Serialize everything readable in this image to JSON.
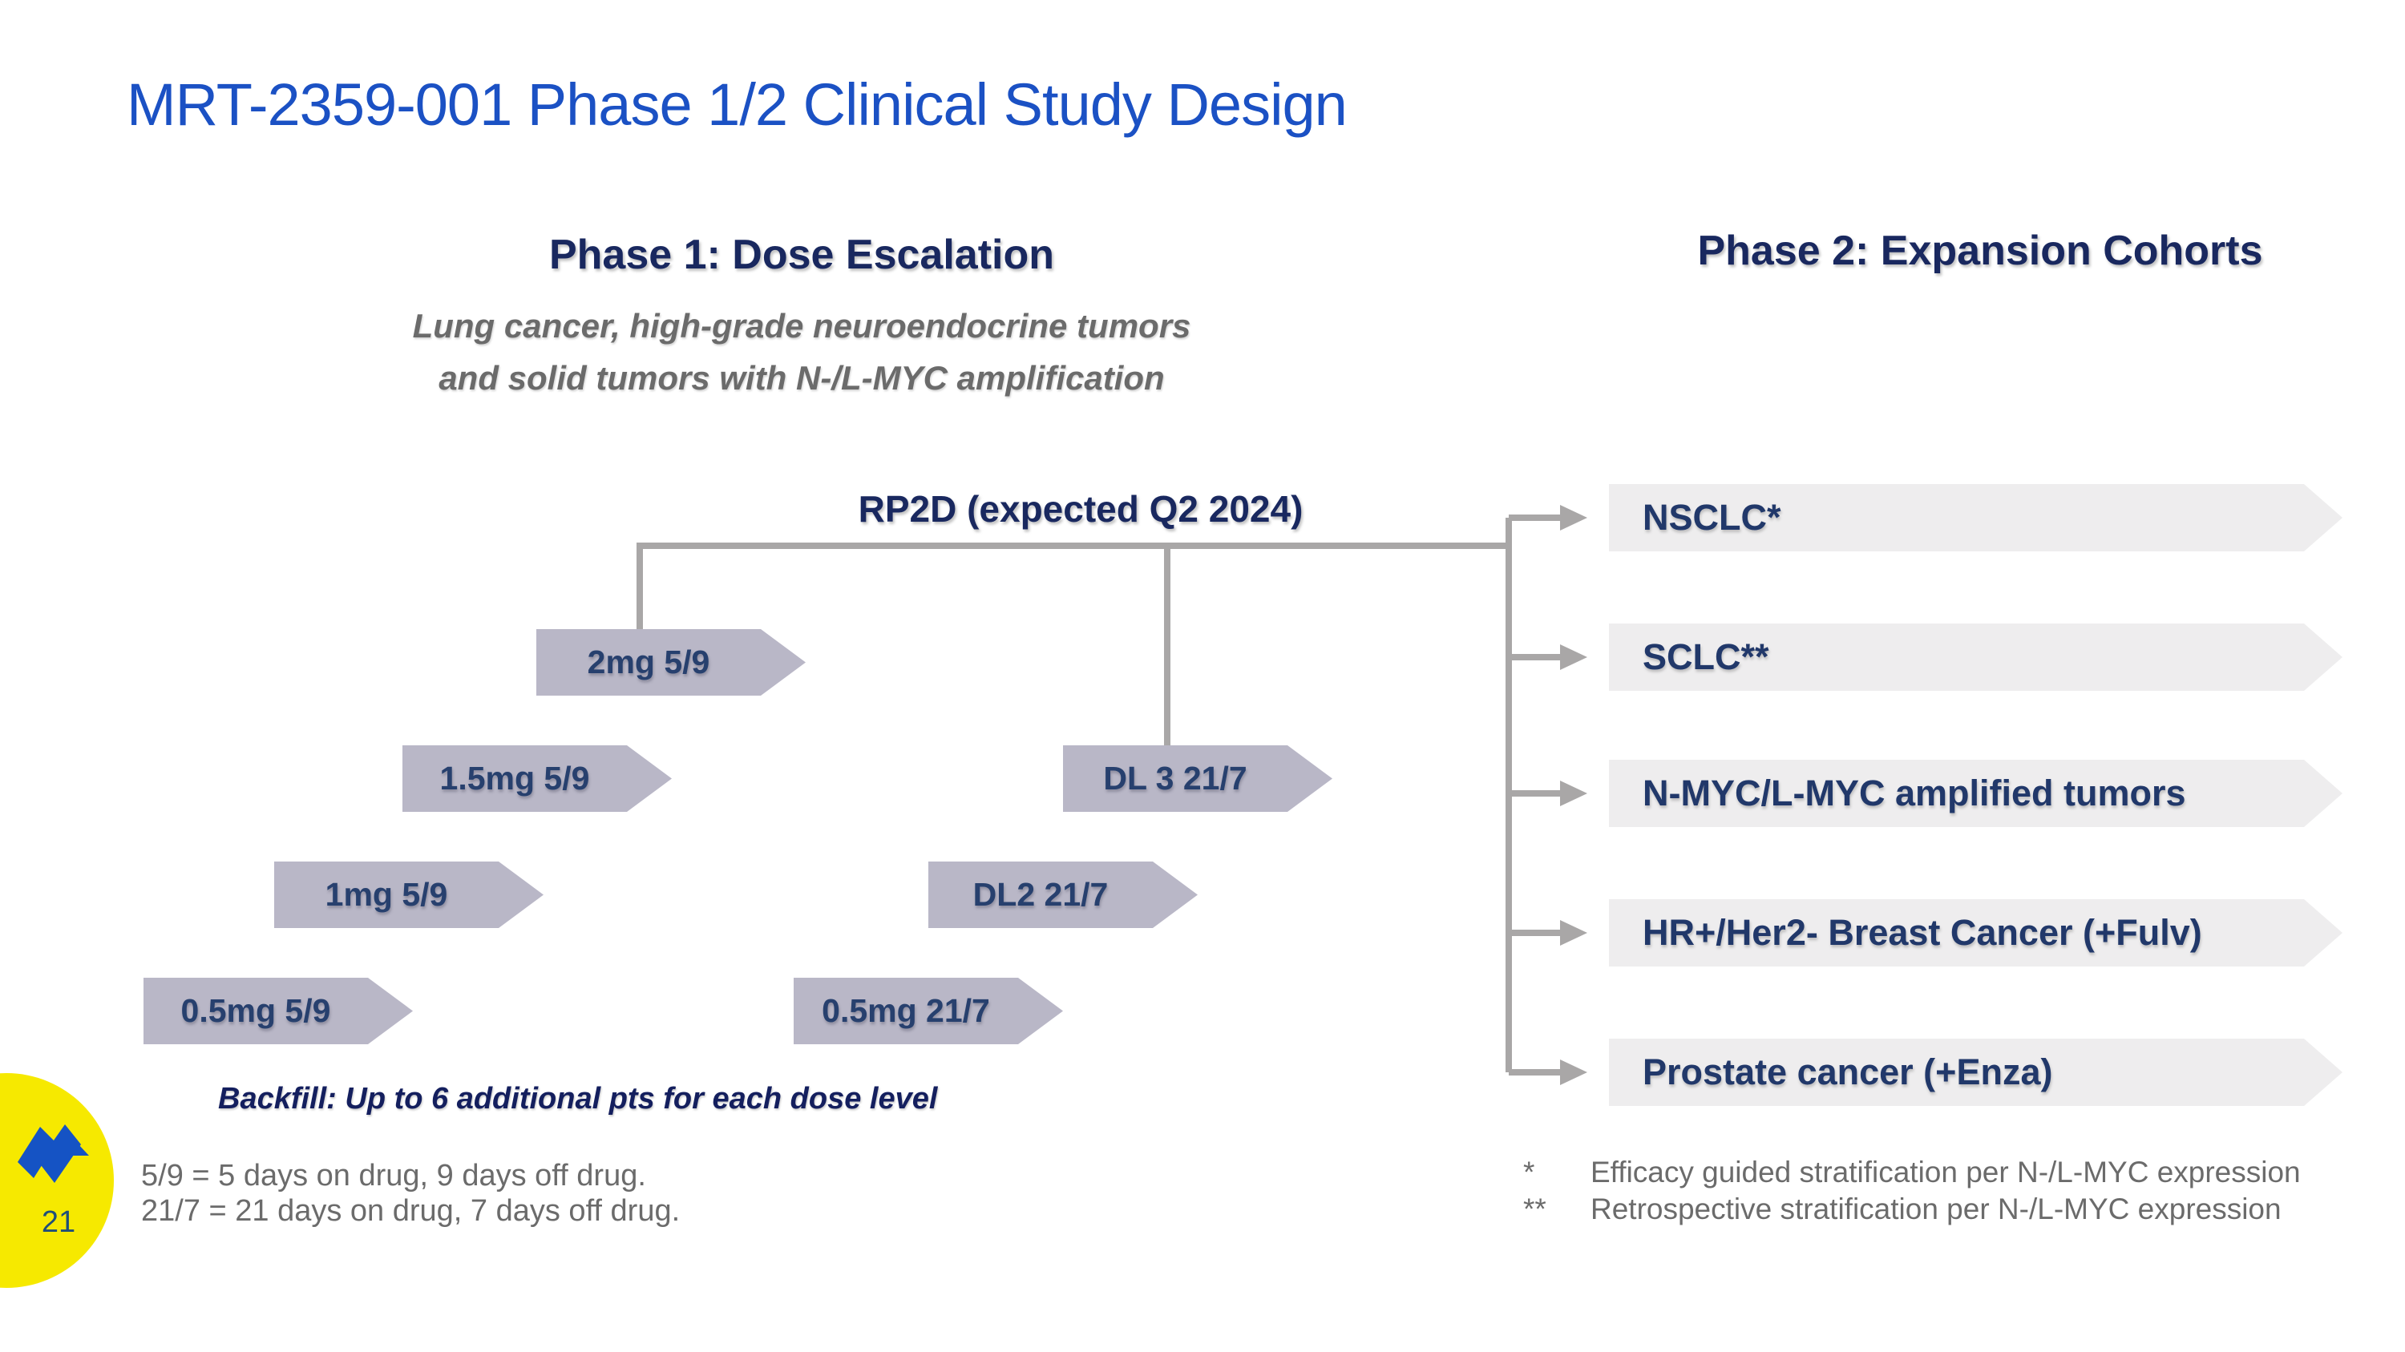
{
  "slide": {
    "title": "MRT-2359-001 Phase 1/2 Clinical Study Design",
    "page_number": "21"
  },
  "phase1": {
    "heading": "Phase 1: Dose Escalation",
    "subtitle_line1": "Lung cancer, high-grade neuroendocrine tumors",
    "subtitle_line2": "and solid tumors with N-/L-MYC amplification",
    "rp2d_label": "RP2D (expected Q2 2024)",
    "backfill_note": "Backfill: Up to 6 additional pts for each dose level",
    "doses": [
      {
        "label": "2mg 5/9"
      },
      {
        "label": "1.5mg 5/9"
      },
      {
        "label": "1mg 5/9"
      },
      {
        "label": "0.5mg 5/9"
      },
      {
        "label": "DL 3 21/7"
      },
      {
        "label": "DL2 21/7"
      },
      {
        "label": "0.5mg 21/7"
      }
    ]
  },
  "phase2": {
    "heading": "Phase 2: Expansion Cohorts",
    "cohorts": [
      {
        "label": "NSCLC*"
      },
      {
        "label": "SCLC**"
      },
      {
        "label": "N-MYC/L-MYC amplified tumors"
      },
      {
        "label": "HR+/Her2- Breast Cancer (+Fulv)"
      },
      {
        "label": "Prostate cancer (+Enza)"
      }
    ]
  },
  "footnotes": {
    "left_line1": "5/9 = 5 days on drug, 9 days off drug.",
    "left_line2": "21/7 = 21 days on drug, 7 days off drug.",
    "right": [
      {
        "marker": "*",
        "text": "Efficacy guided stratification per N-/L-MYC expression"
      },
      {
        "marker": "**",
        "text": "Retrospective stratification per N-/L-MYC expression"
      }
    ]
  },
  "colors": {
    "title_blue": "#1b51c4",
    "heading_navy": "#19285f",
    "chevron_fill": "#b9b7c7",
    "chevron_text_navy": "#27406e",
    "cohort_fill": "#eeedee",
    "cohort_text_navy": "#21386a",
    "connector_gray": "#a9a7a7",
    "note_gray": "#6b6b6b",
    "logo_yellow": "#f6e900",
    "logo_blue": "#1553c4",
    "page_number_blue": "#1f4e79"
  }
}
